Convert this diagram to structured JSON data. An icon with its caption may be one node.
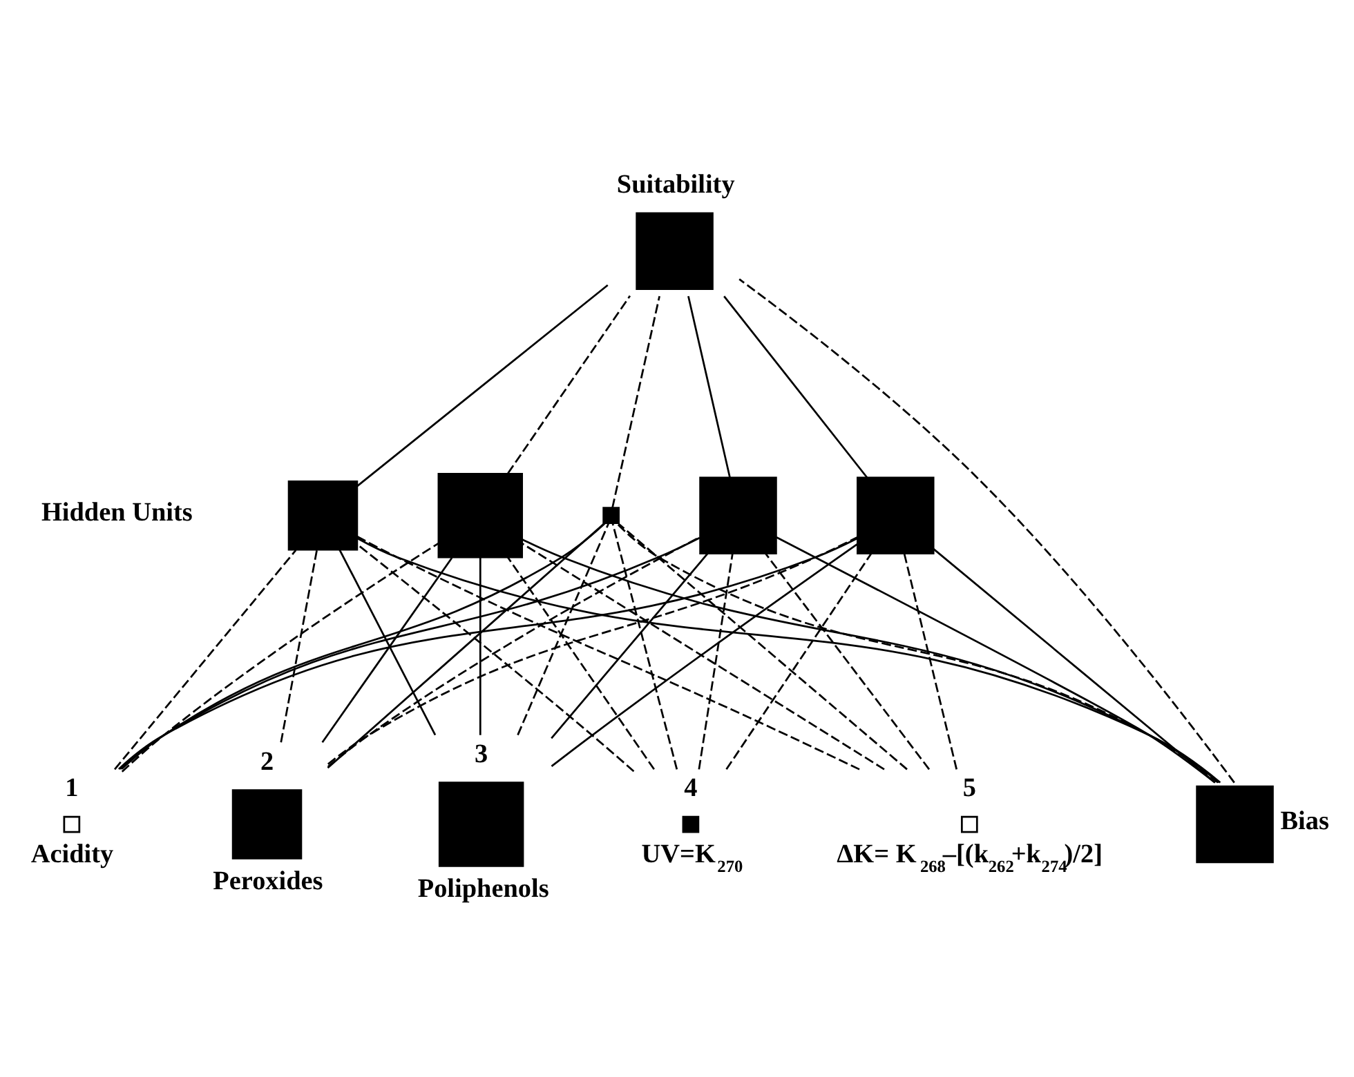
{
  "diagram": {
    "nodes": [
      {
        "text": [
          "Suitability"
        ]
      },
      {
        "text": [],
        "shape": "box"
      },
      {
        "text": [],
        "shape": "box"
      },
      {
        "text": [],
        "shape": "box"
      },
      {
        "text": [],
        "shape": "box"
      },
      {
        "text": [],
        "shape": "box"
      },
      {
        "text": [
          "1",
          "Acidity"
        ]
      },
      {
        "text": [
          "2",
          "Peroxides"
        ]
      },
      {
        "text": [
          "3",
          "Poliphenols"
        ]
      },
      {
        "text": [
          "4",
          "UV=K$_{270}$"
        ]
      },
      {
        "text": [
          "5",
          "ΔK= K$_{268}$–[(k$_{262}$+k$_{274}$)/2]"
        ]
      },
      {
        "text": [
          "Bias"
        ]
      }
    ],
    "edges": [
      {
        "from": 1,
        "to": 0,
        "arrow": "none"
      },
      {
        "from": 2,
        "to": 0,
        "arrow": "none",
        "style": "dashed"
      },
      {
        "from": 3,
        "to": 0,
        "arrow": "none",
        "style": "dashed"
      },
      {
        "from": 4,
        "to": 0,
        "arrow": "none"
      },
      {
        "from": 5,
        "to": 0,
        "arrow": "none"
      },
      {
        "from": 11,
        "to": 0,
        "arrow": "none",
        "style": "dashed"
      },
      {
        "from": 11,
        "to": 1,
        "arrow": "none"
      },
      {
        "from": 11,
        "to": 2,
        "arrow": "none"
      },
      {
        "from": 11,
        "to": 3,
        "arrow": "none",
        "style": "dashed"
      },
      {
        "from": 11,
        "to": 4,
        "arrow": "none"
      },
      {
        "from": 11,
        "to": 5,
        "arrow": "none"
      },
      {
        "from": 6,
        "to": 1,
        "arrow": "none",
        "style": "dashed"
      },
      {
        "from": 7,
        "to": 1,
        "arrow": "none",
        "style": "dashed"
      },
      {
        "from": 8,
        "to": 1,
        "arrow": "none"
      },
      {
        "from": 9,
        "to": 1,
        "arrow": "none",
        "style": "dashed"
      },
      {
        "from": 10,
        "to": 1,
        "arrow": "none",
        "style": "dashed"
      },
      {
        "from": 6,
        "to": 2,
        "arrow": "none",
        "style": "dashed"
      },
      {
        "from": 7,
        "to": 2,
        "arrow": "none"
      },
      {
        "from": 8,
        "to": 2,
        "arrow": "none"
      },
      {
        "from": 9,
        "to": 2,
        "arrow": "none",
        "style": "dashed"
      },
      {
        "from": 10,
        "to": 2,
        "arrow": "none",
        "style": "dashed"
      },
      {
        "from": 6,
        "to": 3,
        "arrow": "none"
      },
      {
        "from": 7,
        "to": 3,
        "arrow": "none"
      },
      {
        "from": 8,
        "to": 3,
        "arrow": "none",
        "style": "dashed"
      },
      {
        "from": 9,
        "to": 3,
        "arrow": "none",
        "style": "dashed"
      },
      {
        "from": 10,
        "to": 3,
        "arrow": "none",
        "style": "dashed"
      },
      {
        "from": 6,
        "to": 4,
        "arrow": "none"
      },
      {
        "from": 7,
        "to": 4,
        "arrow": "none",
        "style": "dashed"
      },
      {
        "from": 8,
        "to": 4,
        "arrow": "none"
      },
      {
        "from": 9,
        "to": 4,
        "arrow": "none",
        "style": "dashed"
      },
      {
        "from": 10,
        "to": 4,
        "arrow": "none",
        "style": "dashed"
      },
      {
        "from": 6,
        "to": 5,
        "arrow": "none"
      },
      {
        "from": 7,
        "to": 5,
        "arrow": "none",
        "style": "dashed"
      },
      {
        "from": 8,
        "to": 5,
        "arrow": "none"
      },
      {
        "from": 9,
        "to": 5,
        "arrow": "none",
        "style": "dashed"
      },
      {
        "from": 10,
        "to": 5,
        "arrow": "none",
        "style": "dashed"
      }
    ],
    "labels": [
      "Hidden Units"
    ]
  }
}
